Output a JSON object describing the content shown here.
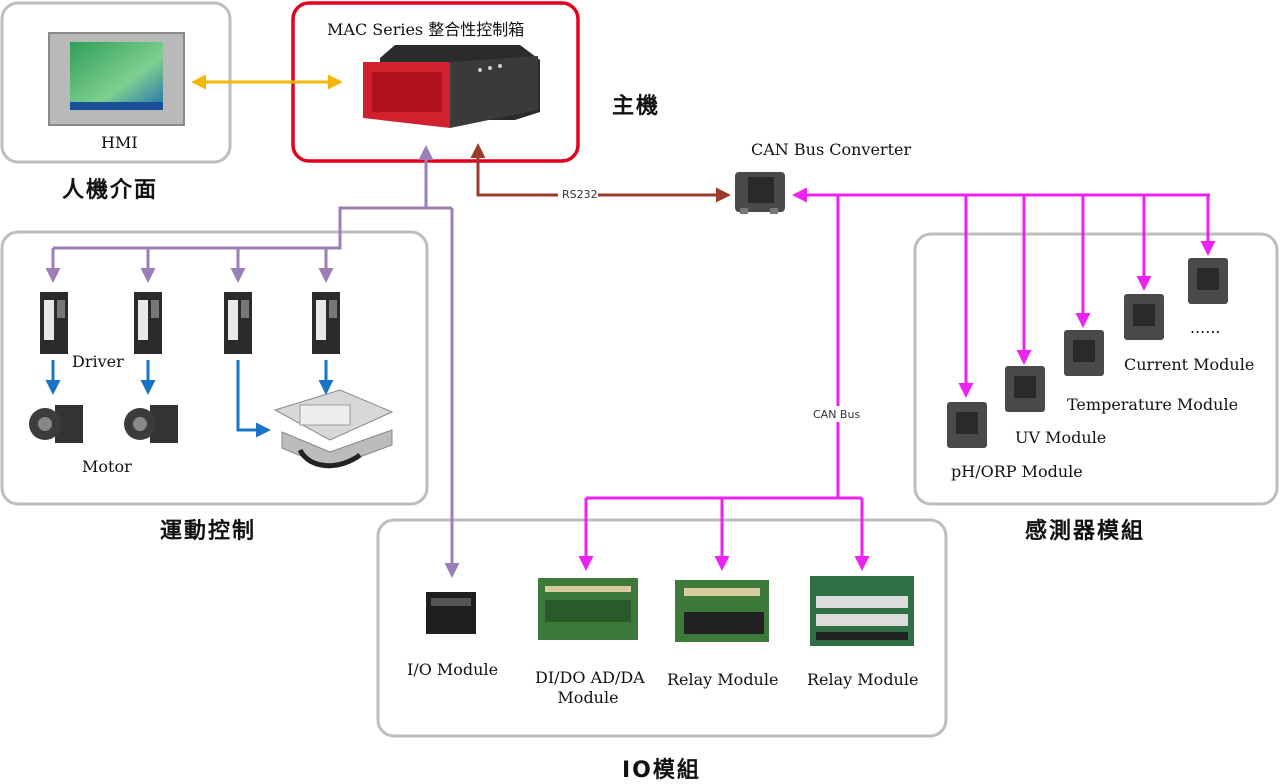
{
  "host": {
    "title": "MAC Series 整合性控制箱",
    "group_label": "主機"
  },
  "hmi": {
    "label": "HMI",
    "group_label": "人機介面"
  },
  "converter": {
    "label": "CAN Bus Converter",
    "rs232": "RS232",
    "canbus": "CAN Bus"
  },
  "motion": {
    "group_label": "運動控制",
    "driver": "Driver",
    "motor": "Motor"
  },
  "sensors": {
    "group_label": "感測器模組",
    "ph": "pH/ORP Module",
    "uv": "UV Module",
    "temp": "Temperature Module",
    "current": "Current Module",
    "more": "......"
  },
  "io": {
    "group_label": "IO模組",
    "io_module": "I/O Module",
    "dido_line1": "DI/DO AD/DA",
    "dido_line2": "Module",
    "relay1": "Relay Module",
    "relay2": "Relay Module"
  },
  "colors": {
    "host_border": "#e2001a",
    "box_border": "#bdbdbd",
    "hmi_link": "#f2b705",
    "motion_bus": "#9b7fb6",
    "rs232": "#9a3b2b",
    "can_bus": "#ee22ee",
    "motor_link": "#1874c6"
  }
}
